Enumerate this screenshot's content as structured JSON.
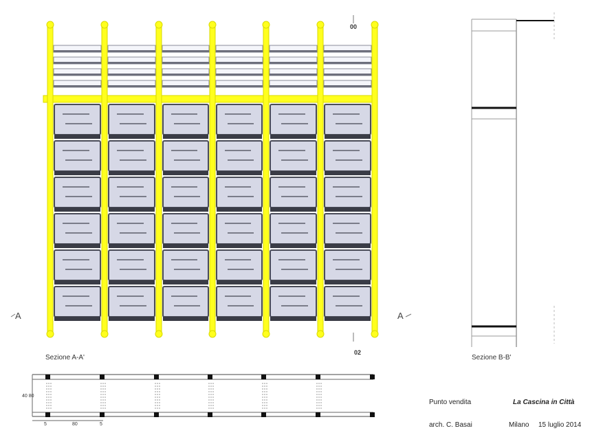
{
  "section_markers": {
    "left_letter": "A",
    "right_letter": "A"
  },
  "captions": {
    "section_aa": "Sezione A-A'",
    "section_bb": "Sezione B-B'"
  },
  "elevation_labels": {
    "top_value": "00",
    "bottom_value": "02"
  },
  "plan_dimensions": {
    "depth": "40 80",
    "bay_first": "5",
    "bay_span": "80",
    "bay_second": "5"
  },
  "title_block": {
    "project_label": "Punto vendita",
    "project_name": "La Cascina in Città",
    "author": "arch. C. Basai",
    "city": "Milano",
    "date": "15 luglio 2014"
  },
  "colors": {
    "frame_yellow": "#ffff1e",
    "frame_outline": "#d9d900",
    "panel_fill": "#d6d8e6",
    "panel_edge": "#4a4c58",
    "line_dark": "#111111",
    "line_light": "#9a9a9a"
  }
}
